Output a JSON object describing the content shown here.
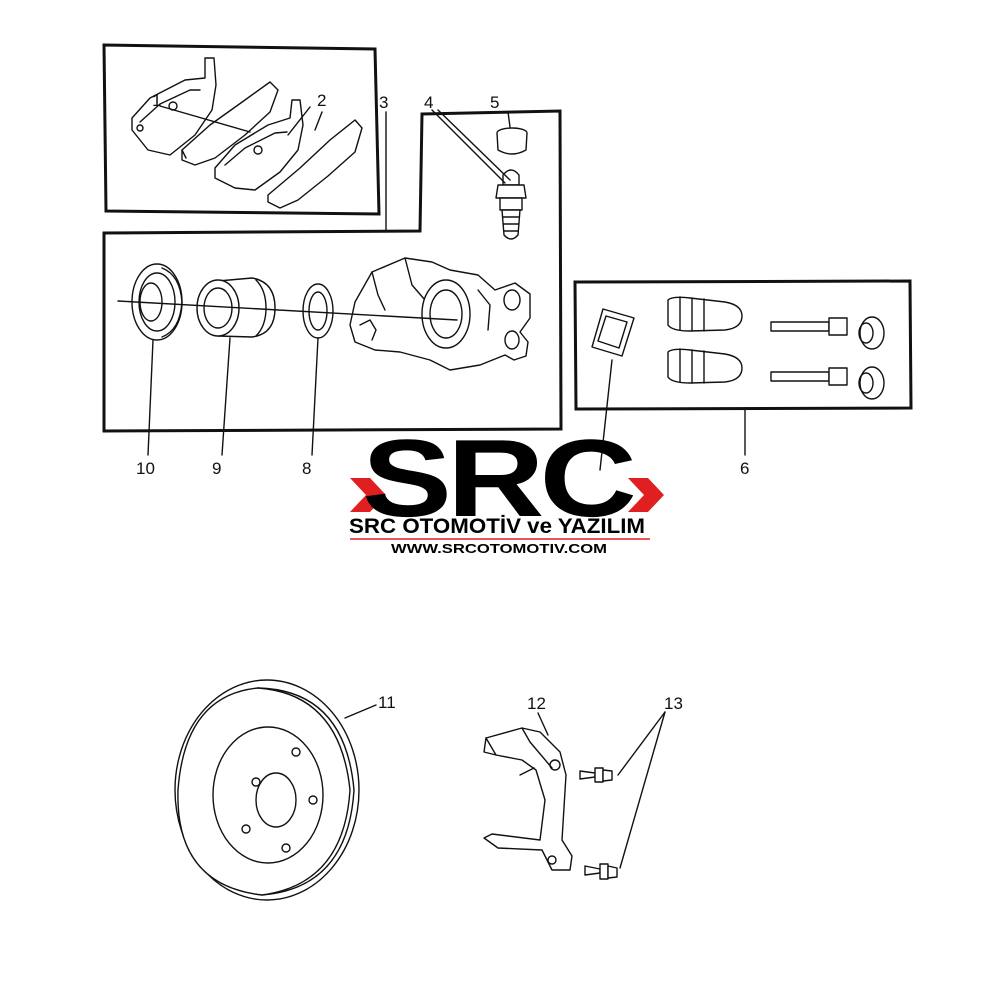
{
  "callouts": [
    "1",
    "2",
    "3",
    "4",
    "5",
    "6",
    "8",
    "9",
    "10",
    "11",
    "12",
    "13"
  ],
  "watermark": {
    "letters": "SRC",
    "company": "SRC OTOMOTİV ve YAZILIM",
    "url": "WWW.SRCOTOMOTIV.COM",
    "colors": {
      "letters": "#000000",
      "chevron": "#e02020",
      "underline": "#e02020"
    }
  }
}
